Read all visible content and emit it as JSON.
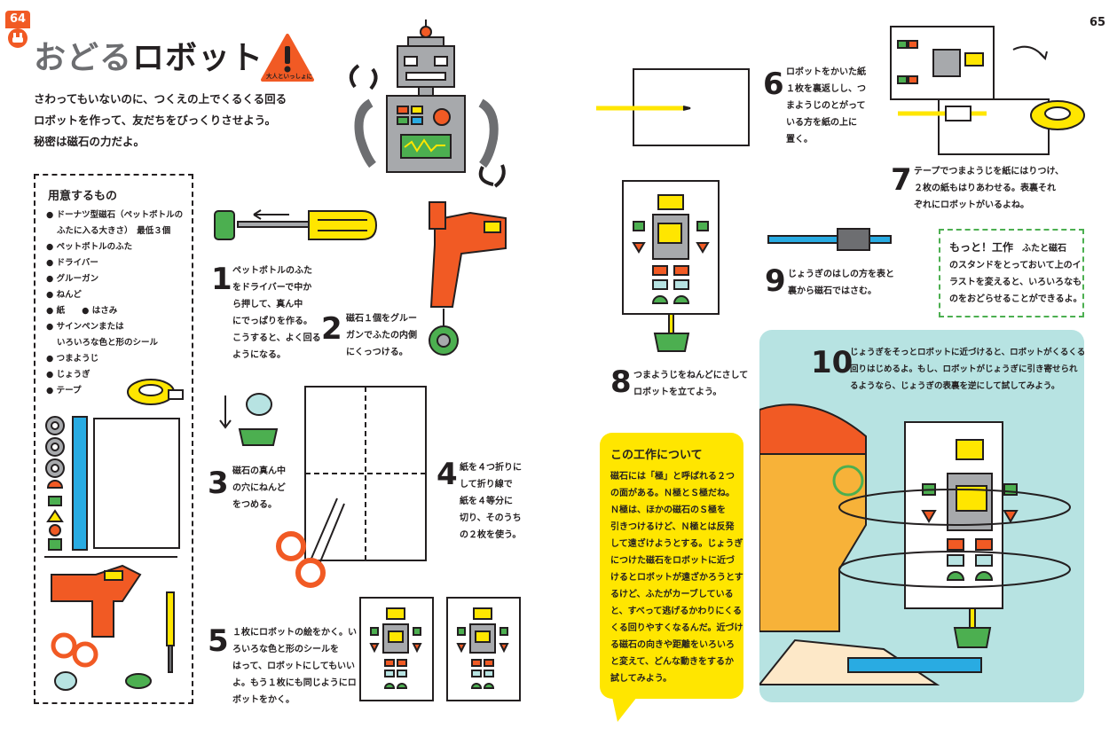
{
  "left_page": {
    "page_number": "64",
    "title_hira": "おどる",
    "title_kata": "ロボット",
    "warning_label": "大人といっしょに",
    "intro": [
      "さわってもいないのに、つくえの上でくるくる回る",
      "ロボットを作って、友だちをびっくりさせよう。",
      "秘密は磁石の力だよ。"
    ],
    "materials": {
      "title": "用意するもの",
      "items": [
        "ドーナツ型磁石（ペットボトルの",
        "ふたに入る大きさ）　最低３個",
        "ペットボトルのふた",
        "ドライバー",
        "グルーガン",
        "ねんど",
        "紙　　● はさみ",
        "サインペンまたは",
        "いろいろな色と形のシール",
        "つまようじ",
        "じょうぎ",
        "テープ"
      ]
    },
    "steps": [
      {
        "num": "1",
        "lines": [
          "ペットボトルのふた",
          "をドライバーで中か",
          "ら押して、真ん中",
          "にでっぱりを作る。",
          "こうすると、よく回る",
          "ようになる。"
        ]
      },
      {
        "num": "2",
        "lines": [
          "磁石１個をグルー",
          "ガンでふたの内側",
          "にくっつける。"
        ]
      },
      {
        "num": "3",
        "lines": [
          "磁石の真ん中",
          "の穴にねんど",
          "をつめる。"
        ]
      },
      {
        "num": "4",
        "lines": [
          "紙を４つ折りに",
          "して折り線で",
          "紙を４等分に",
          "切り、そのうち",
          "の２枚を使う。"
        ]
      },
      {
        "num": "5",
        "lines": [
          "１枚にロボットの絵をかく。い",
          "ろいろな色と形のシールを",
          "はって、ロボットにしてもいい",
          "よ。もう１枚にも同じようにロ",
          "ボットをかく。"
        ]
      }
    ]
  },
  "right_page": {
    "page_number": "65",
    "steps": [
      {
        "num": "6",
        "lines": [
          "ロボットをかいた紙",
          "１枚を裏返しし、つ",
          "まようじのとがって",
          "いる方を紙の上に",
          "置く。"
        ]
      },
      {
        "num": "7",
        "lines": [
          "テープでつまようじを紙にはりつけ、",
          "２枚の紙もはりあわせる。表裏それ",
          "ぞれにロボットがいるよね。"
        ]
      },
      {
        "num": "8",
        "lines": [
          "つまようじをねんどにさして",
          "ロボットを立てよう。"
        ]
      },
      {
        "num": "9",
        "lines": [
          "じょうぎのはしの方を表と",
          "裏から磁石ではさむ。"
        ]
      },
      {
        "num": "10",
        "lines": [
          "じょうぎをそっとロボットに近づけると、ロボットがくるくる",
          "回りはじめるよ。もし、ロボットがじょうぎに引き寄せられ",
          "るようなら、じょうぎの表裏を逆にして試してみよう。"
        ]
      }
    ],
    "more": {
      "title": "もっと！工作",
      "lines": [
        "ふたと磁石",
        "のスタンドをとっておいて上のイ",
        "ラストを変えると、いろいろなも",
        "のをおどらせることができるよ。"
      ]
    },
    "about": {
      "title": "この工作について",
      "lines": [
        "磁石には「極」と呼ばれる２つ",
        "の面がある。Ｎ極とＳ極だね。",
        "Ｎ極は、ほかの磁石のＳ極を",
        "引きつけるけど、Ｎ極とは反発",
        "して遠ざけようとする。じょうぎ",
        "につけた磁石をロボットに近づ",
        "けるとロボットが遠ざかろうとす",
        "るけど、ふたがカーブしている",
        "と、すべって逃げるかわりにくる",
        "くる回りやすくなるんだ。近づけ",
        "る磁石の向きや距離をいろいろ",
        "と変えて、どんな動きをするか",
        "試してみよう。"
      ]
    }
  },
  "colors": {
    "orange": "#f15a24",
    "yellow": "#ffe600",
    "teal": "#b7e3e2",
    "green": "#4caf50",
    "gray": "#a7a9ac",
    "blue": "#29abe2",
    "red": "#ed1c24"
  },
  "icons": [
    "plug-icon",
    "warning-icon"
  ]
}
